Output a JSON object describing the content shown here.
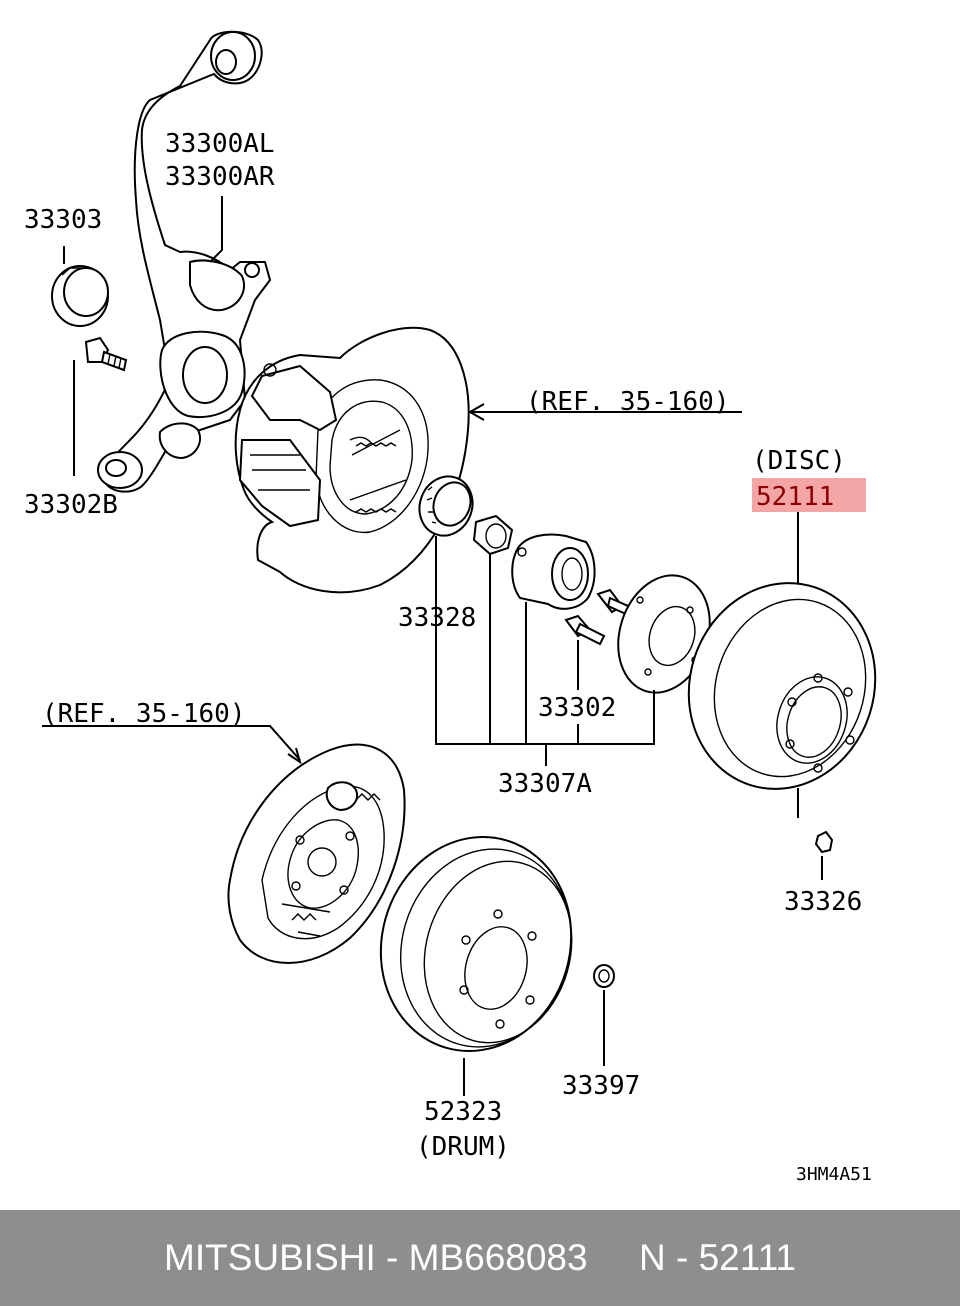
{
  "labels": {
    "knuckle_l": "33300AL",
    "knuckle_r": "33300AR",
    "cap": "33303",
    "bolt_b": "33302B",
    "ref_top": "(REF. 35-160)",
    "disc_caption": "(DISC)",
    "disc_part": "52111",
    "ring": "33328",
    "stud": "33302",
    "hub_assy": "33307A",
    "ref_bottom": "(REF. 35-160)",
    "screw": "33326",
    "nut": "33397",
    "drum_part": "52323",
    "drum_caption": "(DRUM)",
    "diagram_code": "3HM4A51"
  },
  "colors": {
    "highlight": "#f4a6a6",
    "highlight_text": "#8b0000",
    "footer_bg": "#8e8e8e",
    "footer_text": "#ffffff"
  },
  "footer": {
    "text": "MITSUBISHI - MB668083     N - 52111"
  }
}
